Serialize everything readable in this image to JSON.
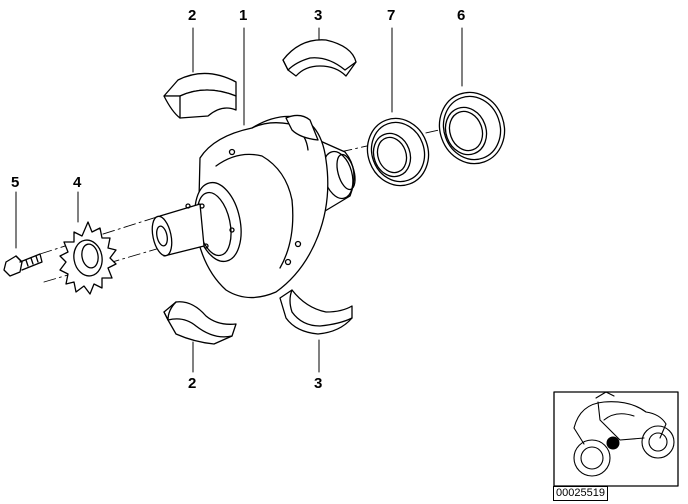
{
  "callouts": {
    "part_1": "1",
    "part_2_top": "2",
    "part_2_bottom": "2",
    "part_3_top": "3",
    "part_3_bottom": "3",
    "part_4": "4",
    "part_5": "5",
    "part_6": "6",
    "part_7": "7"
  },
  "reference_code": "00025519",
  "icons": {
    "thumbnail": "motorcycle-icon",
    "location_marker": "dot-icon"
  },
  "colors": {
    "line": "#000000",
    "background": "#ffffff"
  }
}
